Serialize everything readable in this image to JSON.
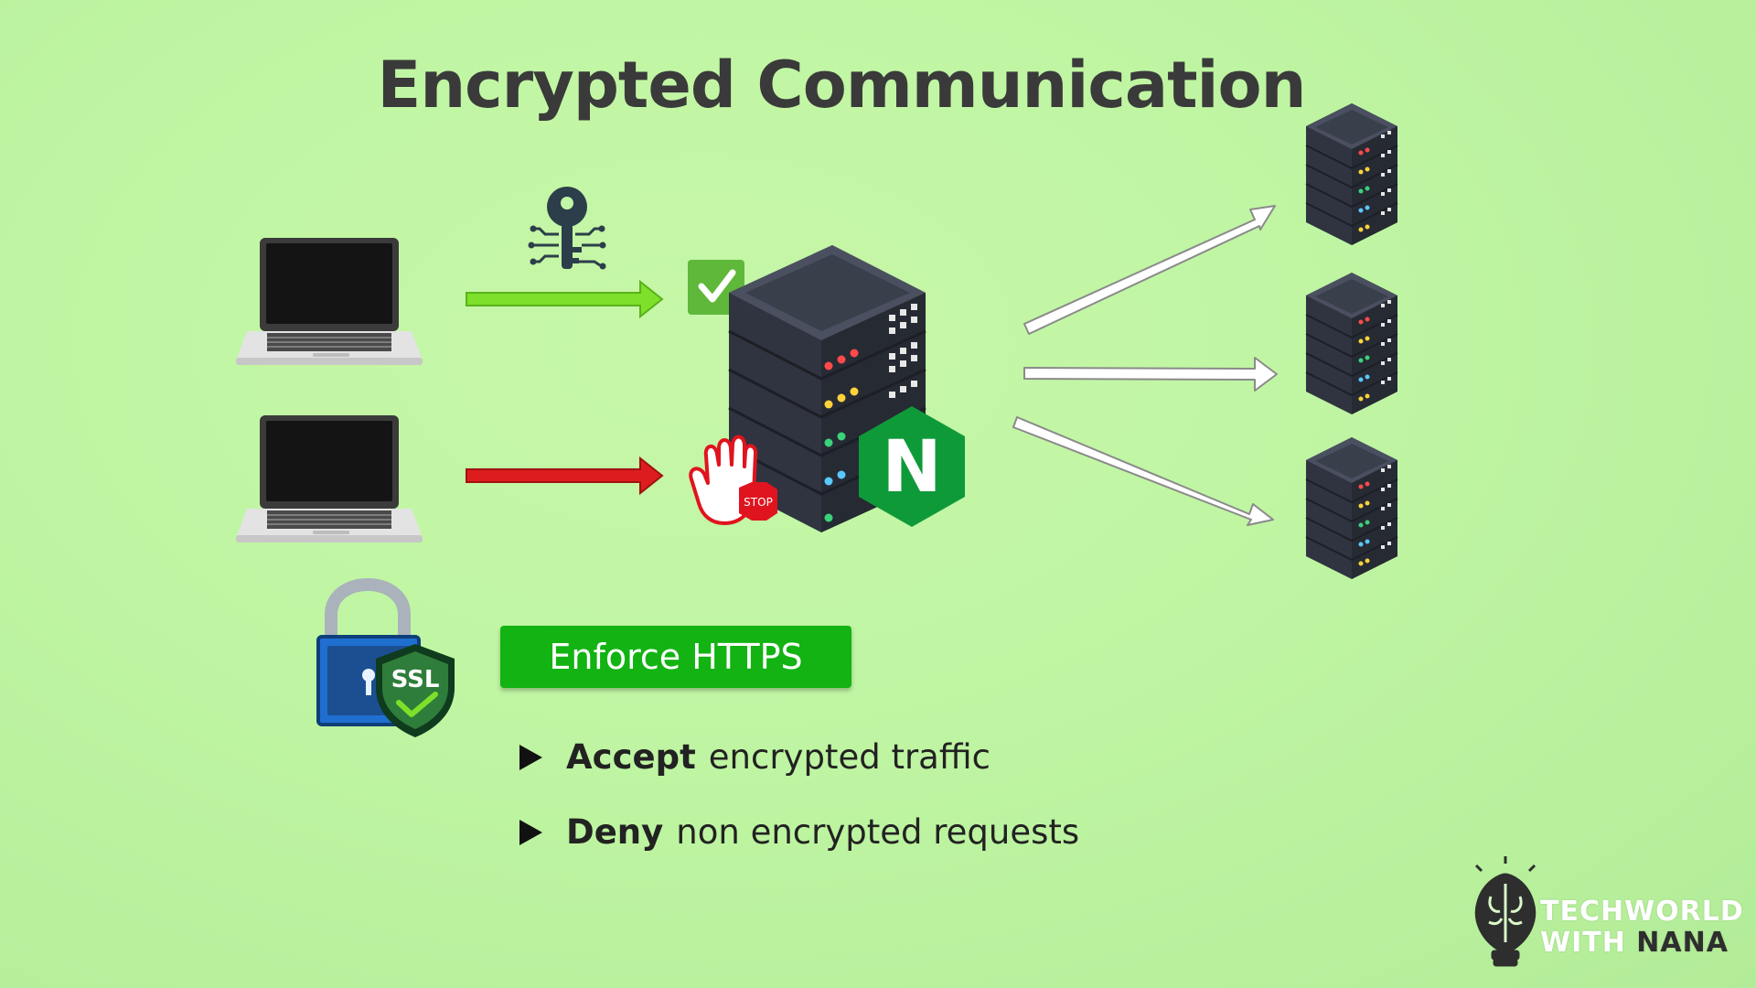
{
  "title": "Encrypted Communication",
  "enforce_button": "Enforce HTTPS",
  "bullets": [
    {
      "bold": "Accept",
      "rest": "encrypted traffic"
    },
    {
      "bold": "Deny",
      "rest": "non encrypted requests"
    }
  ],
  "ssl_badge": "SSL",
  "stop_sign": "STOP",
  "nginx_badge": "N",
  "brand": {
    "line1": "TECHWORLD",
    "line2a": "WITH",
    "line2b": "NANA"
  },
  "icons": {
    "client_laptop": "laptop-icon",
    "key": "digital-key-icon",
    "check": "check-badge-icon",
    "stop": "stop-hand-icon",
    "server": "server-rack-icon",
    "nginx": "nginx-logo-icon",
    "lock": "ssl-lock-icon",
    "brain": "brain-bulb-icon"
  },
  "colors": {
    "background": "#bff5a2",
    "allowed_arrow": "#7ee02a",
    "denied_arrow": "#dd1d1d",
    "button": "#12b312",
    "nginx": "#0f9a3a",
    "check": "#5fb83a"
  }
}
